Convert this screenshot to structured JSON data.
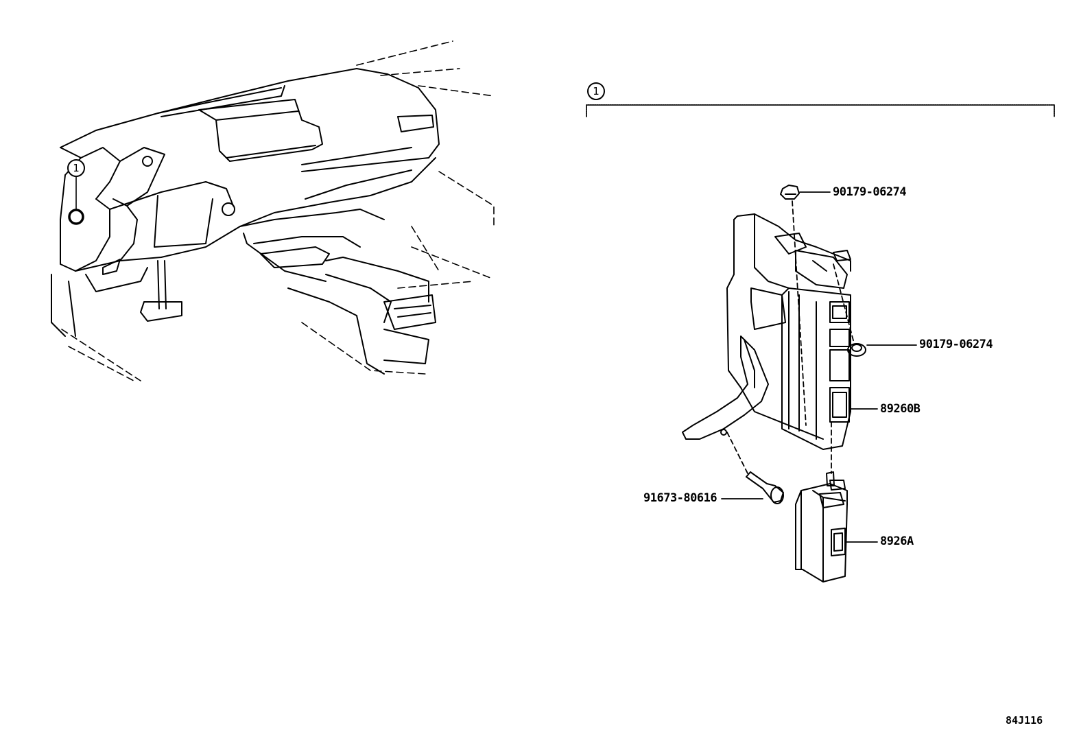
{
  "diagram": {
    "callouts": {
      "dashboard_callout": "1",
      "bracket_callout": "1"
    },
    "parts": {
      "nut_top": "90179-06274",
      "nut_right": "90179-06274",
      "bracket_module": "89260B",
      "bolt": "91673-80616",
      "sub_module": "8926A"
    },
    "reference_code": "84J116"
  }
}
